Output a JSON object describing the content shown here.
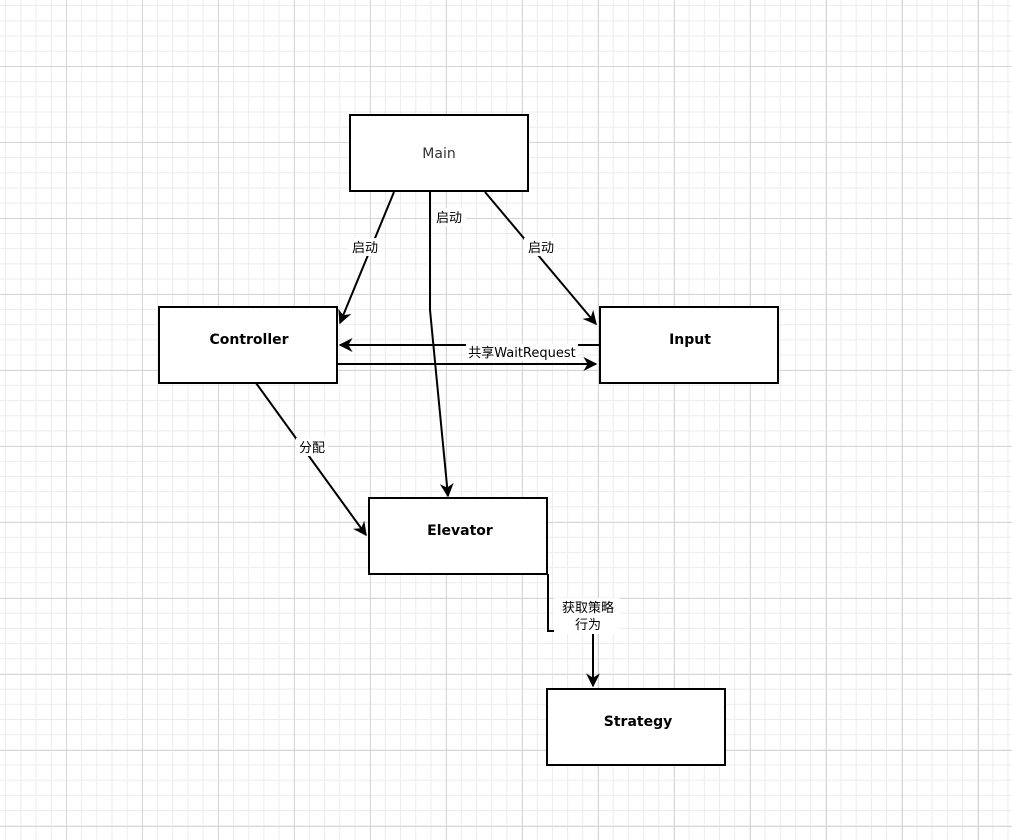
{
  "nodes": {
    "main": {
      "label": "Main"
    },
    "controller": {
      "label": "Controller"
    },
    "input": {
      "label": "Input"
    },
    "elevator": {
      "label": "Elevator"
    },
    "strategy": {
      "label": "Strategy"
    }
  },
  "edges": {
    "main_controller": {
      "label": "启动"
    },
    "main_elevator": {
      "label": "启动"
    },
    "main_input": {
      "label": "启动"
    },
    "shared": {
      "label": "共享WaitRequest"
    },
    "controller_elevator": {
      "label": "分配"
    },
    "elevator_strategy": {
      "label_line1": "获取策略",
      "label_line2": "行为"
    }
  },
  "colors": {
    "stroke": "#000000",
    "grid": "#d6d6d6"
  }
}
